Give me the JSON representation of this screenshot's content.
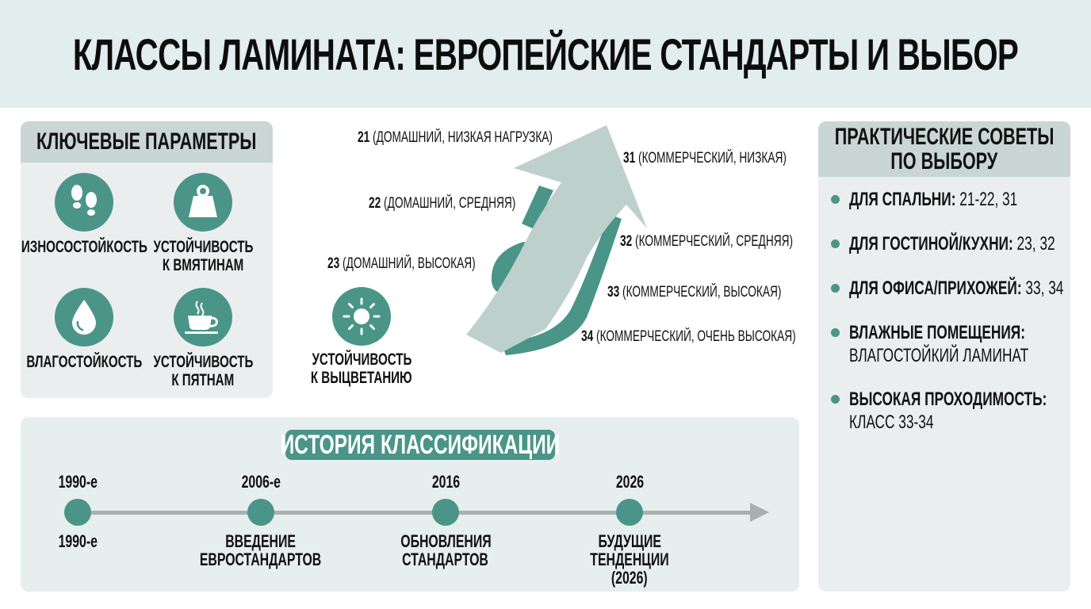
{
  "title": "КЛАССЫ ЛАМИНАТА: ЕВРОПЕЙСКИЕ СТАНДАРТЫ И ВЫБОР",
  "colors": {
    "accent": "#4a9588",
    "arrow_light": "#bdd0cc",
    "header_bg": "#e2eded",
    "card_bg": "#ebeeee",
    "card_head_bg": "#c9d6d3",
    "timeline_line": "#a9b1b0"
  },
  "key_params": {
    "heading": "КЛЮЧЕВЫЕ ПАРАМЕТРЫ",
    "items": [
      {
        "icon": "footprints-icon",
        "line1": "ИЗНОСОСТОЙКОСТЬ",
        "line2": ""
      },
      {
        "icon": "weight-icon",
        "line1": "УСТОЙЧИВОСТЬ",
        "line2": "К ВМЯТИНАМ"
      },
      {
        "icon": "water-drop-icon",
        "line1": "ВЛАГОСТОЙКОСТЬ",
        "line2": ""
      },
      {
        "icon": "coffee-cup-icon",
        "line1": "УСТОЙЧИВОСТЬ",
        "line2": "К ПЯТНАМ"
      }
    ],
    "extra": {
      "icon": "sun-icon",
      "line1": "УСТОЙЧИВОСТЬ",
      "line2": "К ВЫЦВЕТАНИЮ"
    }
  },
  "classes": [
    {
      "num": "21",
      "desc": "(ДОМАШНИЙ, НИЗКАЯ НАГРУЗКА)"
    },
    {
      "num": "22",
      "desc": "(ДОМАШНИЙ, СРЕДНЯЯ)"
    },
    {
      "num": "23",
      "desc": "(ДОМАШНИЙ, ВЫСОКАЯ)"
    },
    {
      "num": "31",
      "desc": "(КОММЕРЧЕСКИЙ, НИЗКАЯ)"
    },
    {
      "num": "32",
      "desc": "(КОММЕРЧЕСКИЙ, СРЕДНЯЯ)"
    },
    {
      "num": "33",
      "desc": "(КОММЕРЧЕСКИЙ, ВЫСОКАЯ)"
    },
    {
      "num": "34",
      "desc": "(КОММЕРЧЕСКИЙ, ОЧЕНЬ ВЫСОКАЯ)"
    }
  ],
  "tips": {
    "heading_line1": "ПРАКТИЧЕСКИЕ СОВЕТЫ",
    "heading_line2": "ПО ВЫБОРУ",
    "items": [
      {
        "label": "ДЛЯ СПАЛЬНИ:",
        "value": " 21-22, 31"
      },
      {
        "label": "ДЛЯ ГОСТИНОЙ/КУХНИ:",
        "value": " 23, 32"
      },
      {
        "label": "ДЛЯ ОФИСА/ПРИХОЖЕЙ:",
        "value": " 33, 34"
      },
      {
        "label": "ВЛАЖНЫЕ ПОМЕЩЕНИЯ:",
        "value": "ВЛАГОСТОЙКИЙ ЛАМИНАТ"
      },
      {
        "label": "ВЫСОКАЯ ПРОХОДИМОСТЬ:",
        "value": "КЛАСС 33-34"
      }
    ]
  },
  "history": {
    "heading": "ИСТОРИЯ КЛАССИФИКАЦИИ",
    "nodes": [
      {
        "year": "1990-е",
        "desc1": "1990-е",
        "desc2": "",
        "desc3": ""
      },
      {
        "year": "2006-е",
        "desc1": "ВВЕДЕНИЕ",
        "desc2": "ЕВРОСТАНДАРТОВ",
        "desc3": ""
      },
      {
        "year": "2016",
        "desc1": "ОБНОВЛЕНИЯ",
        "desc2": "СТАНДАРТОВ",
        "desc3": ""
      },
      {
        "year": "2026",
        "desc1": "БУДУЩИЕ",
        "desc2": "ТЕНДЕНЦИИ",
        "desc3": "(2026)"
      }
    ]
  }
}
